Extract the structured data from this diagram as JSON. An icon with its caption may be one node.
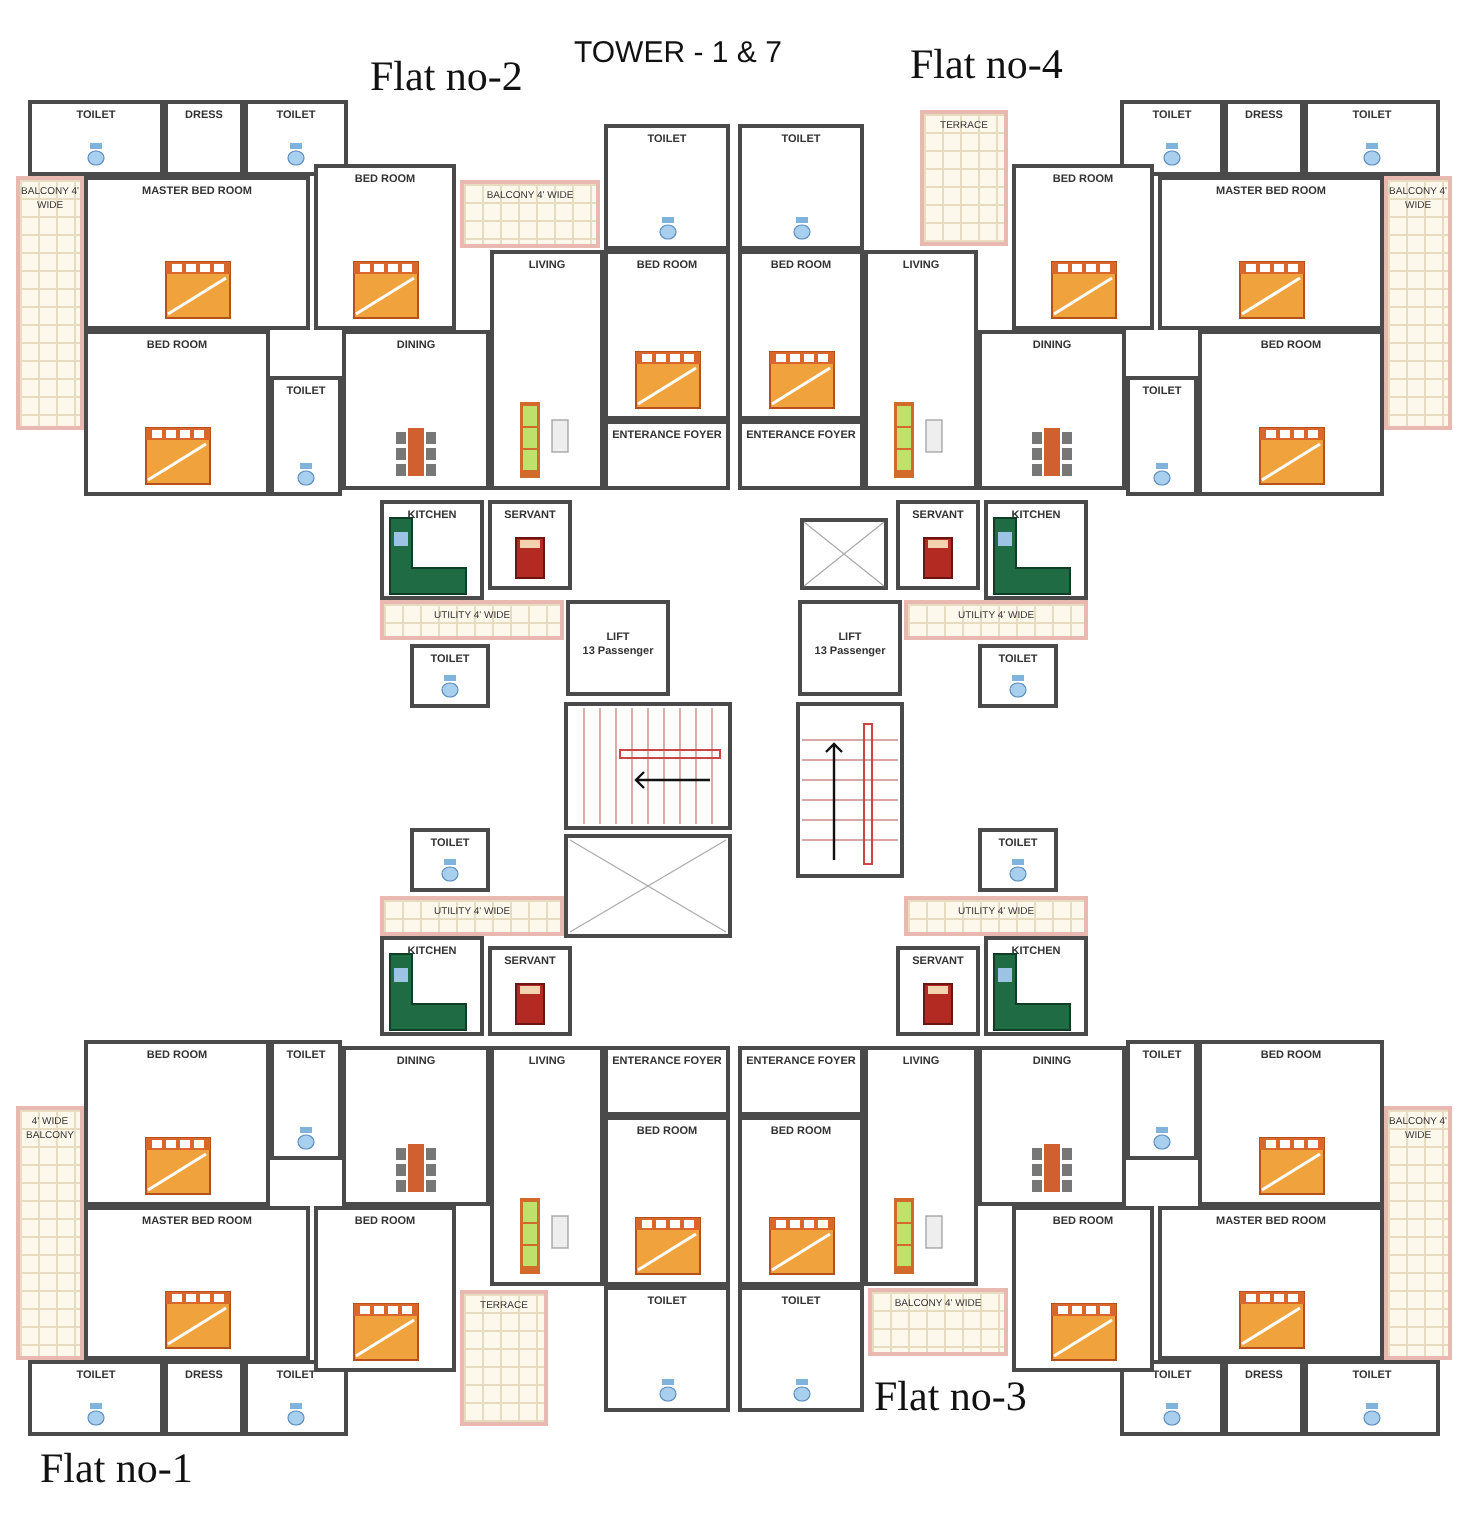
{
  "diagram": {
    "title": "TOWER - 1 & 7",
    "nodes": [
      {
        "text": [
          "TOILET"
        ]
      },
      {
        "text": [
          "DRESS"
        ]
      },
      {
        "text": [
          "TOILET"
        ]
      },
      {
        "text": [
          "MASTER BED ROOM"
        ]
      },
      {
        "text": [
          "BED ROOM"
        ]
      },
      {
        "text": [
          "BALCONY 4' WIDE"
        ]
      },
      {
        "text": [
          "BED ROOM"
        ]
      },
      {
        "text": [
          "TOILET"
        ]
      },
      {
        "text": [
          "DINING"
        ]
      },
      {
        "text": [
          "BALCONY 4' WIDE"
        ]
      },
      {
        "text": [
          "LIVING"
        ]
      },
      {
        "text": [
          "BED ROOM"
        ]
      },
      {
        "text": [
          "TOILET"
        ]
      },
      {
        "text": [
          "ENTERANCE FOYER"
        ]
      },
      {
        "text": [
          "KITCHEN"
        ]
      },
      {
        "text": [
          "SERVANT"
        ]
      },
      {
        "text": [
          "UTILITY 4' WIDE"
        ]
      },
      {
        "text": [
          "TOILET"
        ]
      },
      {
        "text": [
          "TOILET"
        ]
      },
      {
        "text": [
          "DRESS"
        ]
      },
      {
        "text": [
          "TOILET"
        ]
      },
      {
        "text": [
          "MASTER BED ROOM"
        ]
      },
      {
        "text": [
          "BED ROOM"
        ]
      },
      {
        "text": [
          "BALCONY 4' WIDE"
        ]
      },
      {
        "text": [
          "BED ROOM"
        ]
      },
      {
        "text": [
          "TOILET"
        ]
      },
      {
        "text": [
          "DINING"
        ]
      },
      {
        "text": [
          "TERRACE"
        ]
      },
      {
        "text": [
          "LIVING"
        ]
      },
      {
        "text": [
          "BED ROOM"
        ]
      },
      {
        "text": [
          "TOILET"
        ]
      },
      {
        "text": [
          "ENTERANCE FOYER"
        ]
      },
      {
        "text": [
          "KITCHEN"
        ]
      },
      {
        "text": [
          "SERVANT"
        ]
      },
      {
        "text": [
          "UTILITY 4' WIDE"
        ]
      },
      {
        "text": [
          "TOILET"
        ]
      },
      {
        "text": [
          "TOILET"
        ]
      },
      {
        "text": [
          "DRESS"
        ]
      },
      {
        "text": [
          "TOILET"
        ]
      },
      {
        "text": [
          "MASTER BED ROOM"
        ]
      },
      {
        "text": [
          "BED ROOM"
        ]
      },
      {
        "text": [
          "4' WIDE BALCONY"
        ]
      },
      {
        "text": [
          "BED ROOM"
        ]
      },
      {
        "text": [
          "TOILET"
        ]
      },
      {
        "text": [
          "DINING"
        ]
      },
      {
        "text": [
          "TERRACE"
        ]
      },
      {
        "text": [
          "LIVING"
        ]
      },
      {
        "text": [
          "BED ROOM"
        ]
      },
      {
        "text": [
          "TOILET"
        ]
      },
      {
        "text": [
          "ENTERANCE FOYER"
        ]
      },
      {
        "text": [
          "KITCHEN"
        ]
      },
      {
        "text": [
          "SERVANT"
        ]
      },
      {
        "text": [
          "UTILITY 4' WIDE"
        ]
      },
      {
        "text": [
          "TOILET"
        ]
      },
      {
        "text": [
          "TOILET"
        ]
      },
      {
        "text": [
          "DRESS"
        ]
      },
      {
        "text": [
          "TOILET"
        ]
      },
      {
        "text": [
          "MASTER BED ROOM"
        ]
      },
      {
        "text": [
          "BED ROOM"
        ]
      },
      {
        "text": [
          "BALCONY 4' WIDE"
        ]
      },
      {
        "text": [
          "BED ROOM"
        ]
      },
      {
        "text": [
          "TOILET"
        ]
      },
      {
        "text": [
          "DINING"
        ]
      },
      {
        "text": [
          "BALCONY 4' WIDE"
        ]
      },
      {
        "text": [
          "LIVING"
        ]
      },
      {
        "text": [
          "BED ROOM"
        ]
      },
      {
        "text": [
          "TOILET"
        ]
      },
      {
        "text": [
          "ENTERANCE FOYER"
        ]
      },
      {
        "text": [
          "KITCHEN"
        ]
      },
      {
        "text": [
          "SERVANT"
        ]
      },
      {
        "text": [
          "UTILITY 4' WIDE"
        ]
      },
      {
        "text": [
          "TOILET"
        ]
      },
      {
        "text": [
          "LIFT",
          "13 Passenger"
        ]
      },
      {
        "text": [
          "LIFT",
          "13 Passenger"
        ]
      }
    ],
    "labels": [
      "Flat no-2",
      "Flat no-4",
      "Flat no-3",
      "Flat no-1"
    ]
  }
}
